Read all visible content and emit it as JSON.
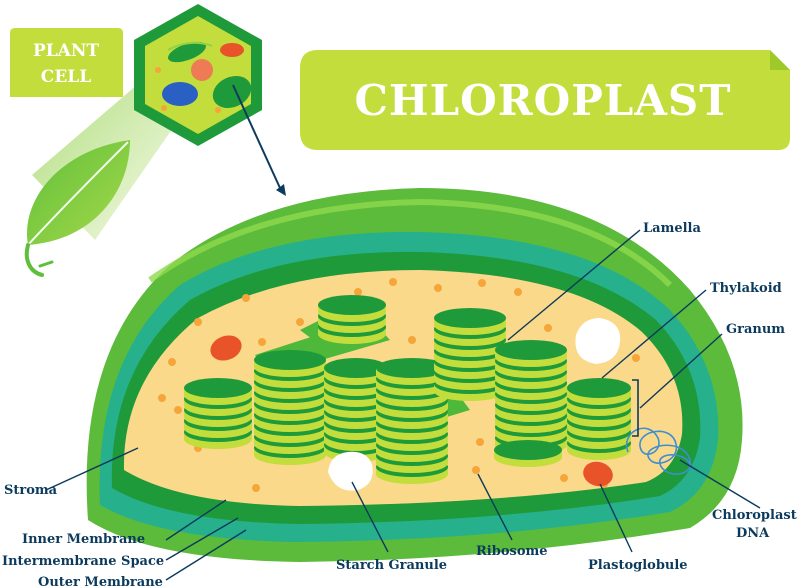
{
  "badge": {
    "line1": "PLANT",
    "line2": "CELL"
  },
  "title": "CHLOROPLAST",
  "labels": {
    "lamella": "Lamella",
    "thylakoid": "Thylakoid",
    "granum": "Granum",
    "stroma": "Stroma",
    "chloroplast_dna_1": "Chloroplast",
    "chloroplast_dna_2": "DNA",
    "inner_membrane": "Inner Membrane",
    "intermembrane_space": "Intermembrane Space",
    "outer_membrane": "Outer Membrane",
    "starch_granule": "Starch Granule",
    "ribosome": "Ribosome",
    "plastoglobule": "Plastoglobule"
  },
  "colors": {
    "lime": "#c3dd3c",
    "dark_green": "#1f9a3a",
    "teal": "#27b08c",
    "stroma": "#fbd98a",
    "orange": "#f6a53a",
    "red": "#e8532a",
    "navy": "#0c3a5c"
  }
}
